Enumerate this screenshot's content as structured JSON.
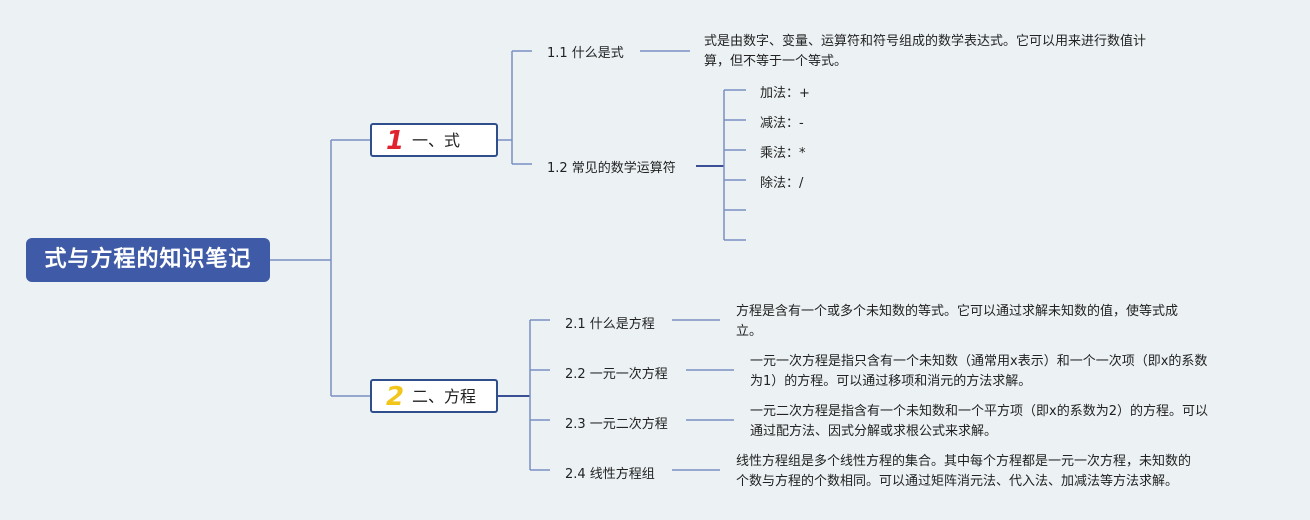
{
  "root": {
    "title": "式与方程的知识笔记"
  },
  "branches": [
    {
      "number": "1",
      "label": "一、式",
      "subtopics": [
        {
          "label": "1.1 什么是式",
          "desc_lines": [
            "式是由数字、变量、运算符和符号组成的数学表达式。它可以用来进行数值计",
            "算，但不等于一个等式。"
          ]
        },
        {
          "label": "1.2 常见的数学运算符",
          "operators": [
            "加法：+",
            "减法：-",
            "乘法：*",
            "除法：/",
            "",
            ""
          ]
        }
      ]
    },
    {
      "number": "2",
      "label": "二、方程",
      "subtopics": [
        {
          "label": "2.1 什么是方程",
          "desc_lines": [
            "方程是含有一个或多个未知数的等式。它可以通过求解未知数的值，使等式成",
            "立。"
          ]
        },
        {
          "label": "2.2 一元一次方程",
          "desc_lines": [
            "一元一次方程是指只含有一个未知数（通常用x表示）和一个一次项（即x的系数",
            "为1）的方程。可以通过移项和消元的方法求解。"
          ]
        },
        {
          "label": "2.3 一元二次方程",
          "desc_lines": [
            "一元二次方程是指含有一个未知数和一个平方项（即x的系数为2）的方程。可以",
            "通过配方法、因式分解或求根公式来求解。"
          ]
        },
        {
          "label": "2.4 线性方程组",
          "desc_lines": [
            "线性方程组是多个线性方程的集合。其中每个方程都是一元一次方程，未知数的",
            "个数与方程的个数相同。可以通过矩阵消元法、代入法、加减法等方法求解。"
          ]
        }
      ]
    }
  ],
  "colors": {
    "background": "#ecf1f3",
    "root_fill": "#3f5aa6",
    "branch_border": "#2f4f8c",
    "connector": "#7a8fc4",
    "number_1": "#e0222e",
    "number_2": "#f2c51b"
  }
}
